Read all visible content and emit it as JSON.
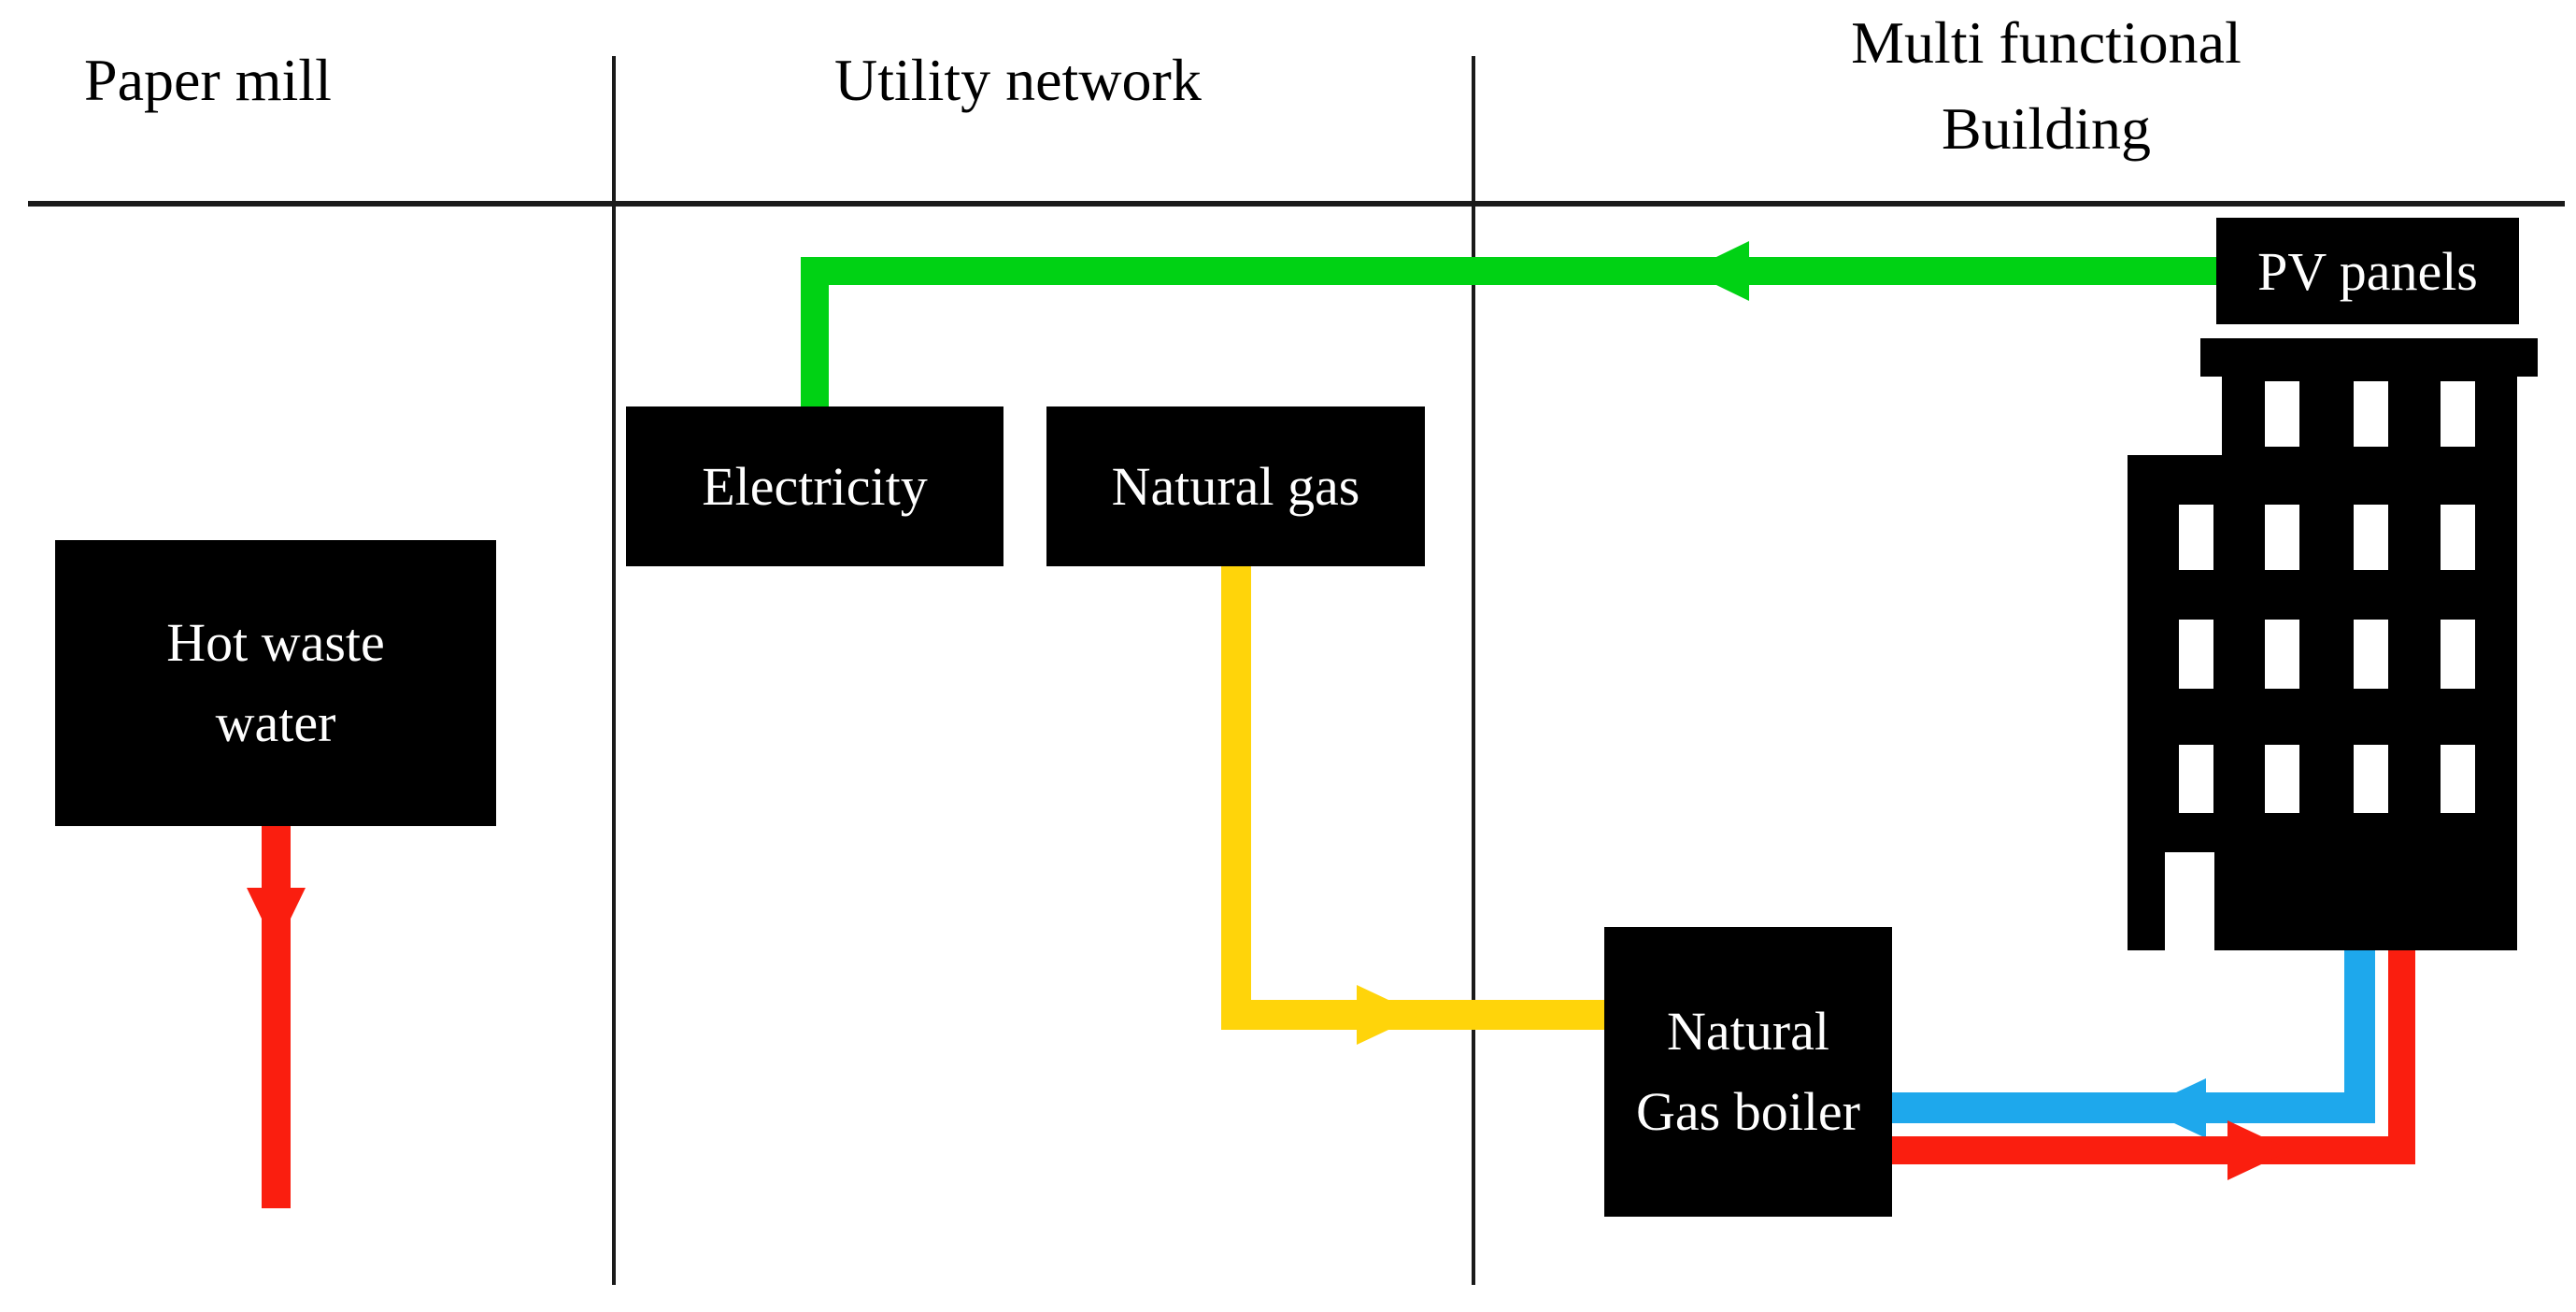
{
  "diagram": {
    "columns": {
      "paper_mill": "Paper mill",
      "utility_network": "Utility network",
      "building_line1": "Multi functional",
      "building_line2": "Building"
    },
    "nodes": {
      "hot_waste_water_line1": "Hot waste",
      "hot_waste_water_line2": "water",
      "electricity": "Electricity",
      "natural_gas": "Natural gas",
      "pv_panels": "PV panels",
      "boiler_line1": "Natural",
      "boiler_line2": "Gas boiler"
    },
    "colors": {
      "electricity_flow": "#00D214",
      "gas_flow": "#FFD40A",
      "return_flow": "#1EA8EC",
      "hot_flow": "#FA1E0F",
      "node_fill": "#000000",
      "node_text": "#FFFFFF",
      "divider": "#1A1A1A",
      "background": "#FFFFFF"
    },
    "flows": [
      {
        "name": "pv-panels-to-electricity",
        "color": "#00D214",
        "direction": "left-then-down"
      },
      {
        "name": "natural-gas-to-boiler",
        "color": "#FFD40A",
        "direction": "down-then-right"
      },
      {
        "name": "building-to-boiler-return",
        "color": "#1EA8EC",
        "direction": "down-then-left"
      },
      {
        "name": "boiler-to-building-supply",
        "color": "#FA1E0F",
        "direction": "right-then-up"
      },
      {
        "name": "hot-waste-water-discharge",
        "color": "#FA1E0F",
        "direction": "down"
      }
    ]
  }
}
